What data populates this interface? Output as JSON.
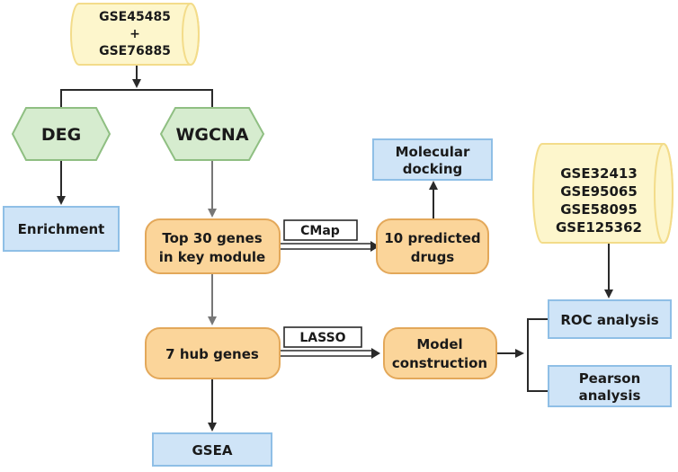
{
  "datasets": {
    "training": [
      "GSE45485",
      "+",
      "GSE76885"
    ],
    "validation": [
      "GSE32413",
      "GSE95065",
      "GSE58095",
      "GSE125362"
    ]
  },
  "nodes": {
    "deg": "DEG",
    "wgcna": "WGCNA",
    "enrichment": "Enrichment",
    "top30": [
      "Top 30 genes",
      "in key module"
    ],
    "predicted_drugs": [
      "10 predicted",
      "drugs"
    ],
    "molecular_docking": [
      "Molecular",
      "docking"
    ],
    "hub_genes": "7 hub genes",
    "model": [
      "Model",
      "construction"
    ],
    "roc": "ROC analysis",
    "pearson": [
      "Pearson",
      "analysis"
    ],
    "gsea": "GSEA"
  },
  "edge_labels": {
    "cmap": "CMap",
    "lasso": "LASSO"
  },
  "colors": {
    "cylinder_fill": "#fdf6cc",
    "cylinder_stroke": "#f3dc8a",
    "hex_fill": "#d6eccf",
    "hex_stroke": "#8fbf82",
    "blue_fill": "#cfe4f7",
    "blue_stroke": "#8fbfe6",
    "orange_fill": "#fbd59a",
    "orange_stroke": "#e3a85a",
    "arrow_dark": "#2a2a2a",
    "arrow_gray": "#777777"
  }
}
